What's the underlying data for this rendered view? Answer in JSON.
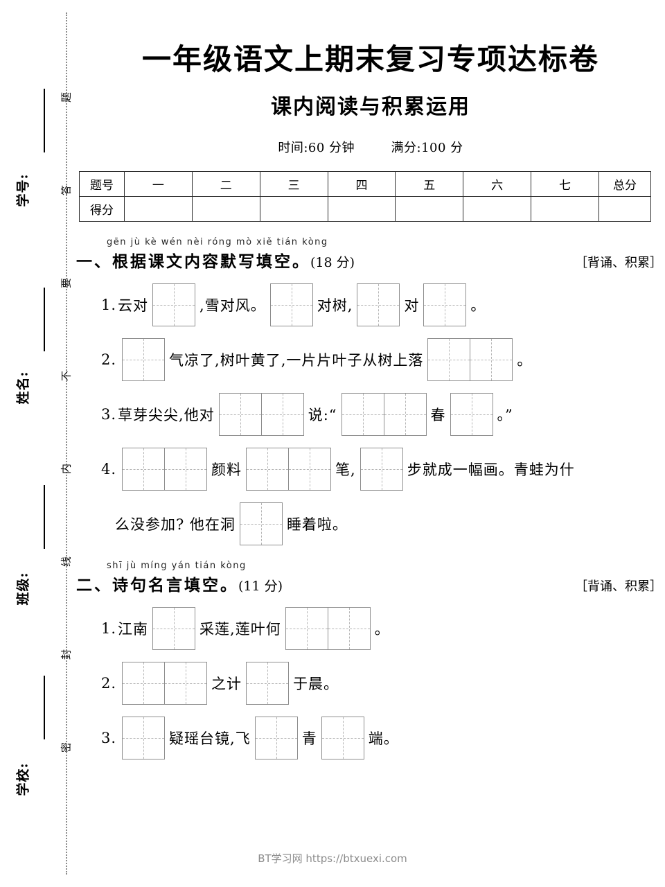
{
  "seal": {
    "chars": [
      "题",
      "答",
      "要",
      "不",
      "内",
      "线",
      "封",
      "密"
    ],
    "fields": [
      {
        "label": "学号:"
      },
      {
        "label": "姓名:"
      },
      {
        "label": "班级:"
      },
      {
        "label": "学校:"
      }
    ]
  },
  "header": {
    "title": "一年级语文上期末复习专项达标卷",
    "subtitle": "课内阅读与积累运用",
    "time": "时间:60 分钟",
    "total": "满分:100 分"
  },
  "score_table": {
    "rows": [
      {
        "head": "题号",
        "cells": [
          "一",
          "二",
          "三",
          "四",
          "五",
          "六",
          "七",
          "总分"
        ]
      },
      {
        "head": "得分",
        "cells": [
          "",
          "",
          "",
          "",
          "",
          "",
          "",
          ""
        ]
      }
    ]
  },
  "sections": [
    {
      "pinyin": "gēn jù kè wén nèi róng mò xiě tián kòng",
      "title": "一、根据课文内容默写填空。",
      "score": "(18 分)",
      "tag": "［背诵、积累］",
      "questions": [
        {
          "num": "1.",
          "parts": [
            {
              "type": "text",
              "value": "云对"
            },
            {
              "type": "boxes",
              "count": 1
            },
            {
              "type": "text",
              "value": ",雪对风。"
            },
            {
              "type": "boxes",
              "count": 1
            },
            {
              "type": "text",
              "value": "对树,"
            },
            {
              "type": "boxes",
              "count": 1
            },
            {
              "type": "text",
              "value": "对"
            },
            {
              "type": "boxes",
              "count": 1
            },
            {
              "type": "text",
              "value": "。"
            }
          ]
        },
        {
          "num": "2.",
          "parts": [
            {
              "type": "boxes",
              "count": 1
            },
            {
              "type": "text",
              "value": "气凉了,树叶黄了,一片片叶子从树上落"
            },
            {
              "type": "boxes",
              "count": 2
            },
            {
              "type": "text",
              "value": "。"
            }
          ]
        },
        {
          "num": "3.",
          "parts": [
            {
              "type": "text",
              "value": "草芽尖尖,他对"
            },
            {
              "type": "boxes",
              "count": 2
            },
            {
              "type": "text",
              "value": "说:“"
            },
            {
              "type": "boxes",
              "count": 2
            },
            {
              "type": "text",
              "value": "春"
            },
            {
              "type": "boxes",
              "count": 1
            },
            {
              "type": "text",
              "value": "。”"
            }
          ]
        },
        {
          "num": "4.",
          "parts": [
            {
              "type": "boxes",
              "count": 2
            },
            {
              "type": "text",
              "value": "颜料"
            },
            {
              "type": "boxes",
              "count": 2
            },
            {
              "type": "text",
              "value": "笔,"
            },
            {
              "type": "boxes",
              "count": 1
            },
            {
              "type": "text",
              "value": "步就成一幅画。青蛙为什"
            }
          ]
        },
        {
          "num": "",
          "indent": true,
          "parts": [
            {
              "type": "text",
              "value": "么没参加? 他在洞"
            },
            {
              "type": "boxes",
              "count": 1
            },
            {
              "type": "text",
              "value": "睡着啦。"
            }
          ]
        }
      ]
    },
    {
      "pinyin": "shī jù míng yán tián kòng",
      "title": "二、诗句名言填空。",
      "score": "(11 分)",
      "tag": "［背诵、积累］",
      "questions": [
        {
          "num": "1.",
          "parts": [
            {
              "type": "text",
              "value": "江南"
            },
            {
              "type": "boxes",
              "count": 1
            },
            {
              "type": "text",
              "value": "采莲,莲叶何"
            },
            {
              "type": "boxes",
              "count": 2
            },
            {
              "type": "text",
              "value": "。"
            }
          ]
        },
        {
          "num": "2.",
          "parts": [
            {
              "type": "boxes",
              "count": 2
            },
            {
              "type": "text",
              "value": "之计"
            },
            {
              "type": "boxes",
              "count": 1
            },
            {
              "type": "text",
              "value": "于晨。"
            }
          ]
        },
        {
          "num": "3.",
          "parts": [
            {
              "type": "boxes",
              "count": 1
            },
            {
              "type": "text",
              "value": "疑瑶台镜,飞"
            },
            {
              "type": "boxes",
              "count": 1
            },
            {
              "type": "text",
              "value": "青"
            },
            {
              "type": "boxes",
              "count": 1
            },
            {
              "type": "text",
              "value": "端。"
            }
          ]
        }
      ]
    }
  ],
  "watermark": "BT学习网 https://btxuexi.com"
}
